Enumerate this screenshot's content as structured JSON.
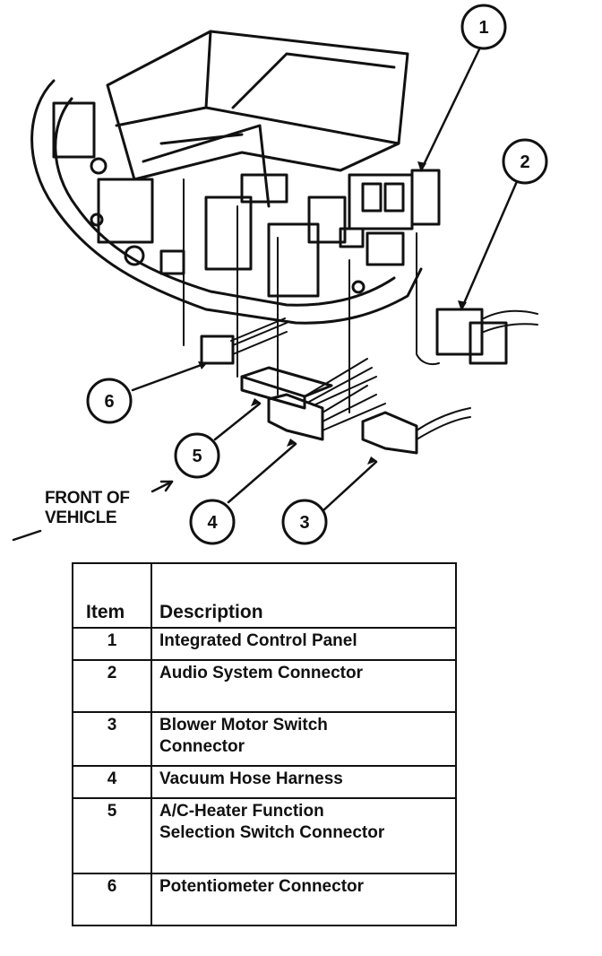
{
  "callouts": [
    "1",
    "2",
    "3",
    "4",
    "5",
    "6"
  ],
  "front_label": {
    "line1": "FRONT OF",
    "line2": "VEHICLE"
  },
  "legend": {
    "header_item": "Item",
    "header_description": "Description",
    "rows": [
      {
        "item": "1",
        "description": [
          "Integrated Control Panel"
        ]
      },
      {
        "item": "2",
        "description": [
          "Audio System Connector"
        ]
      },
      {
        "item": "3",
        "description": [
          "Blower Motor Switch",
          "Connector"
        ]
      },
      {
        "item": "4",
        "description": [
          "Vacuum Hose Harness"
        ]
      },
      {
        "item": "5",
        "description": [
          "A/C-Heater Function",
          "Selection Switch Connector"
        ]
      },
      {
        "item": "6",
        "description": [
          "Potentiometer Connector"
        ]
      }
    ]
  }
}
